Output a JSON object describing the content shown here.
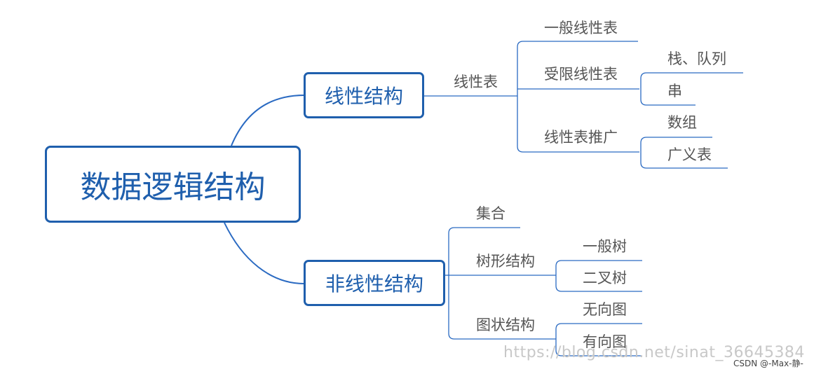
{
  "diagram": {
    "root": "数据逻辑结构",
    "linear": {
      "title": "线性结构",
      "branch": "线性表",
      "items": {
        "general": "一般线性表",
        "restricted": "受限线性表",
        "restricted_children": [
          "栈、队列",
          "串"
        ],
        "extended": "线性表推广",
        "extended_children": [
          "数组",
          "广义表"
        ]
      }
    },
    "nonlinear": {
      "title": "非线性结构",
      "items": {
        "set": "集合",
        "tree": "树形结构",
        "tree_children": [
          "一般树",
          "二叉树"
        ],
        "graph": "图状结构",
        "graph_children": [
          "无向图",
          "有向图"
        ]
      }
    }
  },
  "watermark": "https://blog.csdn.net/sinat_36645384",
  "credit": "CSDN @-Max-静-",
  "colors": {
    "accent": "#1f5fad",
    "label": "#555555",
    "watermark": "#c8c8c8"
  }
}
